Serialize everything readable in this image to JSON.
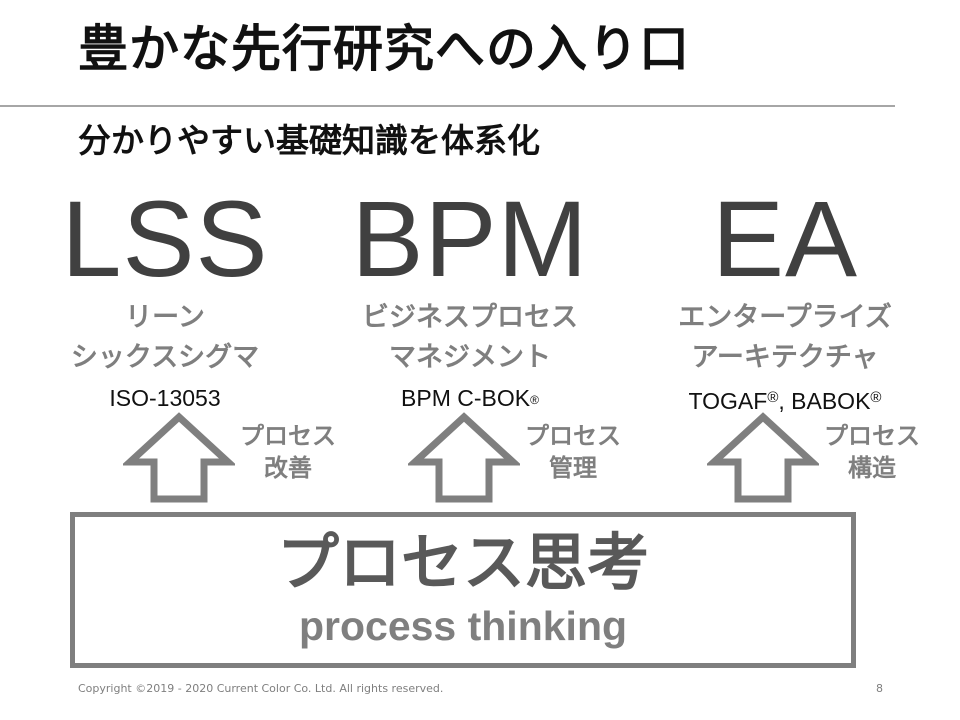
{
  "slide": {
    "title": "豊かな先行研究への入り口",
    "subtitle": "分かりやすい基礎知識を体系化"
  },
  "columns": [
    {
      "acronym": "LSS",
      "jp_line1": "リーン",
      "jp_line2": "シックスシグマ",
      "standard": "ISO-13053",
      "arrow_line1": "プロセス",
      "arrow_line2": "改善"
    },
    {
      "acronym": "BPM",
      "jp_line1": "ビジネスプロセス",
      "jp_line2": "マネジメント",
      "standard": "BPM C-BOK",
      "standard_mark": "®",
      "arrow_line1": "プロセス",
      "arrow_line2": "管理"
    },
    {
      "acronym": "EA",
      "jp_line1": "エンタープライズ",
      "jp_line2": "アーキテクチャ",
      "standard_a": "TOGAF",
      "standard_mark_a": "®",
      "standard_b": ", BABOK",
      "standard_mark_b": "®",
      "arrow_line1": "プロセス",
      "arrow_line2": "構造"
    }
  ],
  "foundation": {
    "jp": "プロセス思考",
    "en": "process thinking"
  },
  "footer": {
    "copyright": "Copyright ©2019 - 2020 Current Color Co. Ltd. All rights reserved.",
    "page_number": "8"
  },
  "colors": {
    "dark_text": "#111111",
    "acronym": "#404040",
    "gray_label": "#7f7f7f",
    "rule": "#a6a6a6"
  },
  "icons": [
    "up-arrow-icon",
    "up-arrow-icon",
    "up-arrow-icon"
  ]
}
